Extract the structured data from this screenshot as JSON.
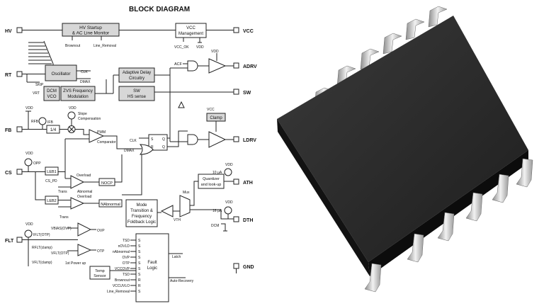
{
  "title": "BLOCK DIAGRAM",
  "pins_left": [
    "HV",
    "RT",
    "FB",
    "CS",
    "FLT"
  ],
  "pins_right": [
    "VCC",
    "ADRV",
    "SW",
    "LDRV",
    "ATH",
    "DTH",
    "GND"
  ],
  "blocks": {
    "hv_startup": [
      "HV Startup",
      "& AC Line Monitor"
    ],
    "vcc_mgmt": [
      "VCC",
      "Management"
    ],
    "oscillator": "Oscillator",
    "dcm_vco": [
      "DCM",
      "VCO"
    ],
    "zvs_mod": [
      "ZVS Frequency",
      "Modulation"
    ],
    "adaptive_delay": [
      "Adaptive Delay",
      "Circuitry"
    ],
    "sw_sense": [
      "SW",
      "HS sense"
    ],
    "clamp": "Clamp",
    "leb1": "LEB1",
    "leb2": "LEB2",
    "mode_transition": [
      "Mode",
      "Transition &",
      "Frequency",
      "Foldback Logic"
    ],
    "quantizer": [
      "Quantizer",
      "and look-up"
    ],
    "temp_sensor": [
      "Temp",
      "Sensor"
    ],
    "fault_logic": [
      "Fault",
      "Logic"
    ]
  },
  "labels": {
    "brownout": "Brownout",
    "line_removal": "Line_Removal",
    "vcc_ok": "VCC_OK",
    "vdd": "VDD",
    "clk": "CLK",
    "dmax": "DMAX",
    "skip": "SKIP",
    "vref": "VRT",
    "acf": "ACF",
    "rfb": "RFB",
    "ifb": "IFB",
    "quarter": "1/4",
    "slope": [
      "Slope",
      "Compensation"
    ],
    "pwm": [
      "PWM",
      "Comparator"
    ],
    "opp": "OPP",
    "cs_pd": "CS_PD",
    "overload": "Overload",
    "abnormal_overload": [
      "Abnormal",
      "Overload"
    ],
    "trans": "Trans",
    "nocp": "NOCP",
    "nabnormal": "NAbnormal",
    "mux": "Mux",
    "vth": "VTH",
    "ath_current": "10 μA",
    "dth_current": "16 μA",
    "dcm": "DCM",
    "iflt": "IFLT(OTP)",
    "vbias_ovp": "VBIAS(OVP)",
    "rflt": "RFLT(clamp)",
    "vflt": "VFLT(clamp)",
    "vflt_otp": "VFLT(OTP)",
    "ovp": "OVP",
    "otp": "OTP",
    "first_power": "1st Power up",
    "latch": "Latch",
    "auto_recovery": "Auto-Recovery",
    "fault_inputs": [
      "TSD",
      "nOVLD",
      "nAbnormal",
      "OVP",
      "OTP",
      "VCCOVP",
      "TSD",
      "Brownout",
      "VCCUVLO",
      "Line_Removal"
    ],
    "fault_letters": [
      "S",
      "S",
      "S",
      "S",
      "S",
      "S",
      "S",
      "R",
      "R",
      "S"
    ],
    "latch_letters": [
      "R",
      "S"
    ]
  },
  "colors": {
    "block_fill": "#d7d7d7",
    "chip_body": "#262626",
    "lead": "#bdbdbd"
  }
}
